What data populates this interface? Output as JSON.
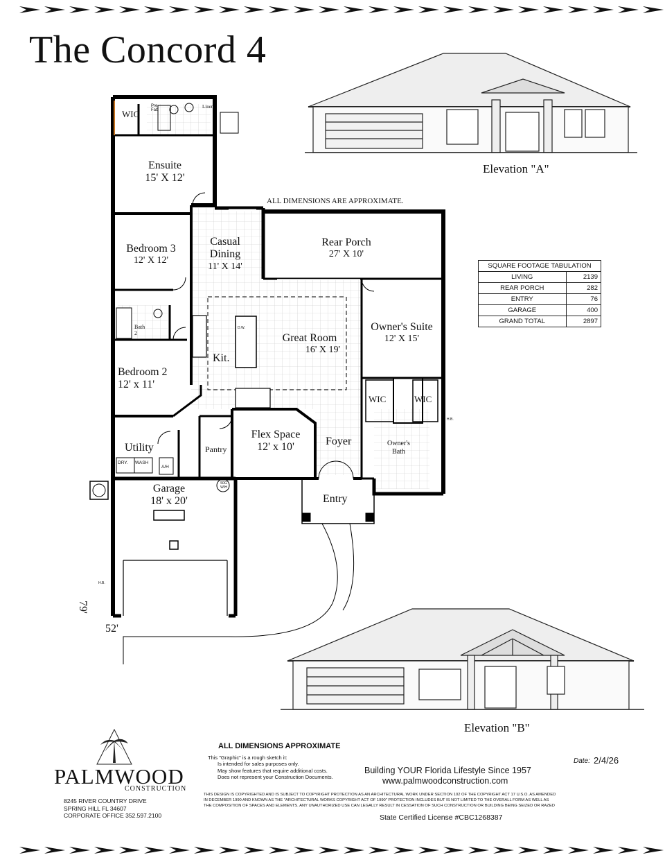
{
  "title": "The Concord 4",
  "notice_top": "ALL DIMENSIONS ARE APPROXIMATE.",
  "elevations": {
    "a": "Elevation \"A\"",
    "b": "Elevation \"B\""
  },
  "rooms": {
    "ensuite": {
      "name": "Ensuite",
      "dim": "15' X 12'"
    },
    "bedroom3": {
      "name": "Bedroom 3",
      "dim": "12' X 12'"
    },
    "casual_dining": {
      "name1": "Casual",
      "name2": "Dining",
      "dim": "11' X 14'"
    },
    "rear_porch": {
      "name": "Rear Porch",
      "dim": "27' X 10'"
    },
    "great_room": {
      "name": "Great Room",
      "dim": "16' X 19'"
    },
    "owners_suite": {
      "name": "Owner's Suite",
      "dim": "12' X 15'"
    },
    "bath2": {
      "name": "Bath 2"
    },
    "kit": {
      "name": "Kit."
    },
    "bedroom2": {
      "name": "Bedroom 2",
      "dim": "12' x 11'"
    },
    "wic_left": {
      "name": "WIC"
    },
    "wic_right": {
      "name": "WIC"
    },
    "wic_top": {
      "name": "WIC"
    },
    "utility": {
      "name": "Utility"
    },
    "pantry": {
      "name": "Pantry"
    },
    "flex": {
      "name": "Flex Space",
      "dim": "12' x 10'"
    },
    "foyer": {
      "name": "Foyer"
    },
    "owners_bath": {
      "name1": "Owner's",
      "name2": "Bath"
    },
    "garage": {
      "name": "Garage",
      "dim": "18' x 20'"
    },
    "entry": {
      "name": "Entry"
    }
  },
  "fixtures": {
    "linen": "Linen",
    "prefab": "Pre-Fab",
    "dw": "D.W.",
    "dry": "DRY.",
    "wash": "WASH",
    "ah": "A/H",
    "wh": "50G W/H",
    "hb": "H.B."
  },
  "dims": {
    "depth": "79'",
    "width": "52'"
  },
  "sqft": {
    "header": "SQUARE FOOTAGE TABULATION",
    "rows": [
      {
        "label": "LIVING",
        "value": "2139"
      },
      {
        "label": "REAR PORCH",
        "value": "282"
      },
      {
        "label": "ENTRY",
        "value": "76"
      },
      {
        "label": "GARAGE",
        "value": "400"
      },
      {
        "label": "GRAND TOTAL",
        "value": "2897"
      }
    ]
  },
  "footer": {
    "logo_name": "PALMWOOD",
    "logo_sub": "CONSTRUCTION",
    "address1": "8245 RIVER COUNTRY DRIVE",
    "address2": "SPRING HILL FL 34607",
    "address3": "CORPORATE OFFICE 352.597.2100",
    "approx": "ALL DIMENSIONS APPROXIMATE",
    "sketch1": "This \"Graphic\" is a rough sketch it:",
    "sketch2": "Is intended for sales purposes only.",
    "sketch3": "May show features that require additional costs.",
    "sketch4": "Does not represent your Construction Documents.",
    "slogan": "Building YOUR Florida Lifestyle Since 1957",
    "website": "www.palmwoodconstruction.com",
    "date_label": "Date:",
    "date_value": "2/4/26",
    "copyright1": "THIS DESIGN IS COPYRIGHTED AND IS SUBJECT TO COPYRIGHT PROTECTION AS AN ARCHITECTURAL WORK UNDER SECTION 102 OF THE COPYRIGHT ACT 17 U.S.O. AS AMENDED",
    "copyright2": "IN DECEMBER 1990 AND KNOWN AS THE \"ARCHITECTURAL WORKS COPYRIGHT ACT OF 1990\" PROTECTION INCLUDES BUT IS NOT LIMITED TO THE OVERALL FORM AS WELL AS",
    "copyright3": "THE COMPOSITION OF SPACES AND ELEMENTS. ANY UNAUTHORIZED USE CAN LEGALLY RESULT IN CESSATION OF SUCH CONSTRUCTION OR BUILDING BEING SEIZED OR RAZED",
    "license": "State Certified License #CBC1268387"
  }
}
